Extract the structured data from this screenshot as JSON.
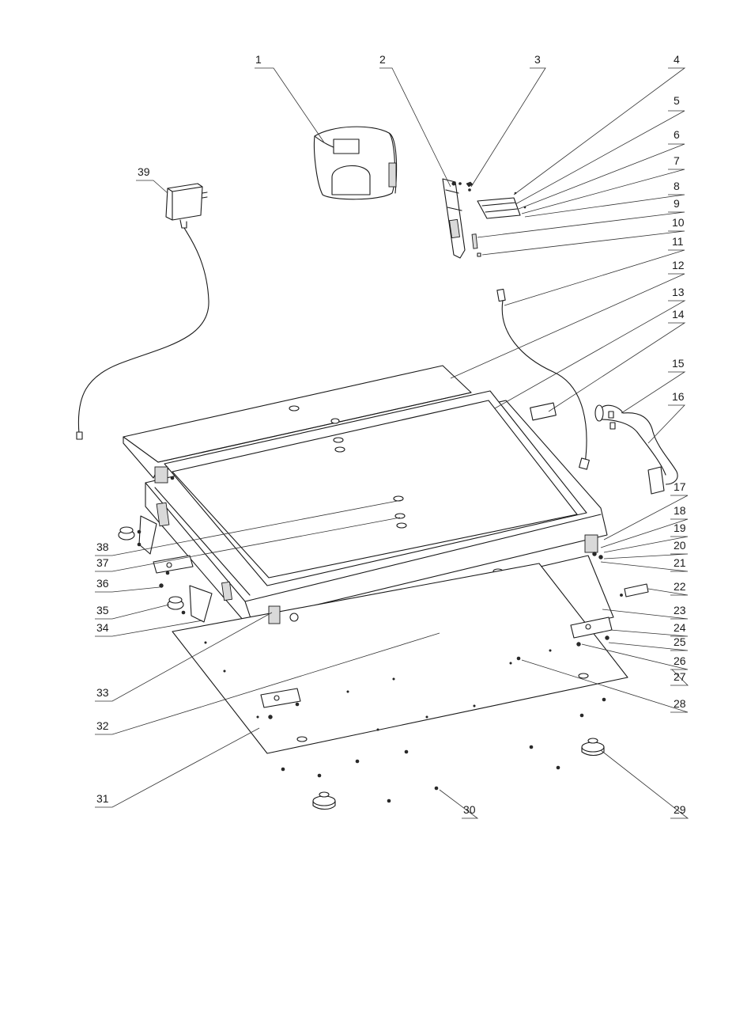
{
  "callouts": [
    {
      "id": "1"
    },
    {
      "id": "2"
    },
    {
      "id": "3"
    },
    {
      "id": "4"
    },
    {
      "id": "5"
    },
    {
      "id": "6"
    },
    {
      "id": "7"
    },
    {
      "id": "8"
    },
    {
      "id": "9"
    },
    {
      "id": "10"
    },
    {
      "id": "11"
    },
    {
      "id": "12"
    },
    {
      "id": "13"
    },
    {
      "id": "14"
    },
    {
      "id": "15"
    },
    {
      "id": "16"
    },
    {
      "id": "17"
    },
    {
      "id": "18"
    },
    {
      "id": "19"
    },
    {
      "id": "20"
    },
    {
      "id": "21"
    },
    {
      "id": "22"
    },
    {
      "id": "23"
    },
    {
      "id": "24"
    },
    {
      "id": "25"
    },
    {
      "id": "26"
    },
    {
      "id": "27"
    },
    {
      "id": "28"
    },
    {
      "id": "29"
    },
    {
      "id": "30"
    },
    {
      "id": "31"
    },
    {
      "id": "32"
    },
    {
      "id": "33"
    },
    {
      "id": "34"
    },
    {
      "id": "35"
    },
    {
      "id": "36"
    },
    {
      "id": "37"
    },
    {
      "id": "38"
    },
    {
      "id": "39"
    }
  ]
}
